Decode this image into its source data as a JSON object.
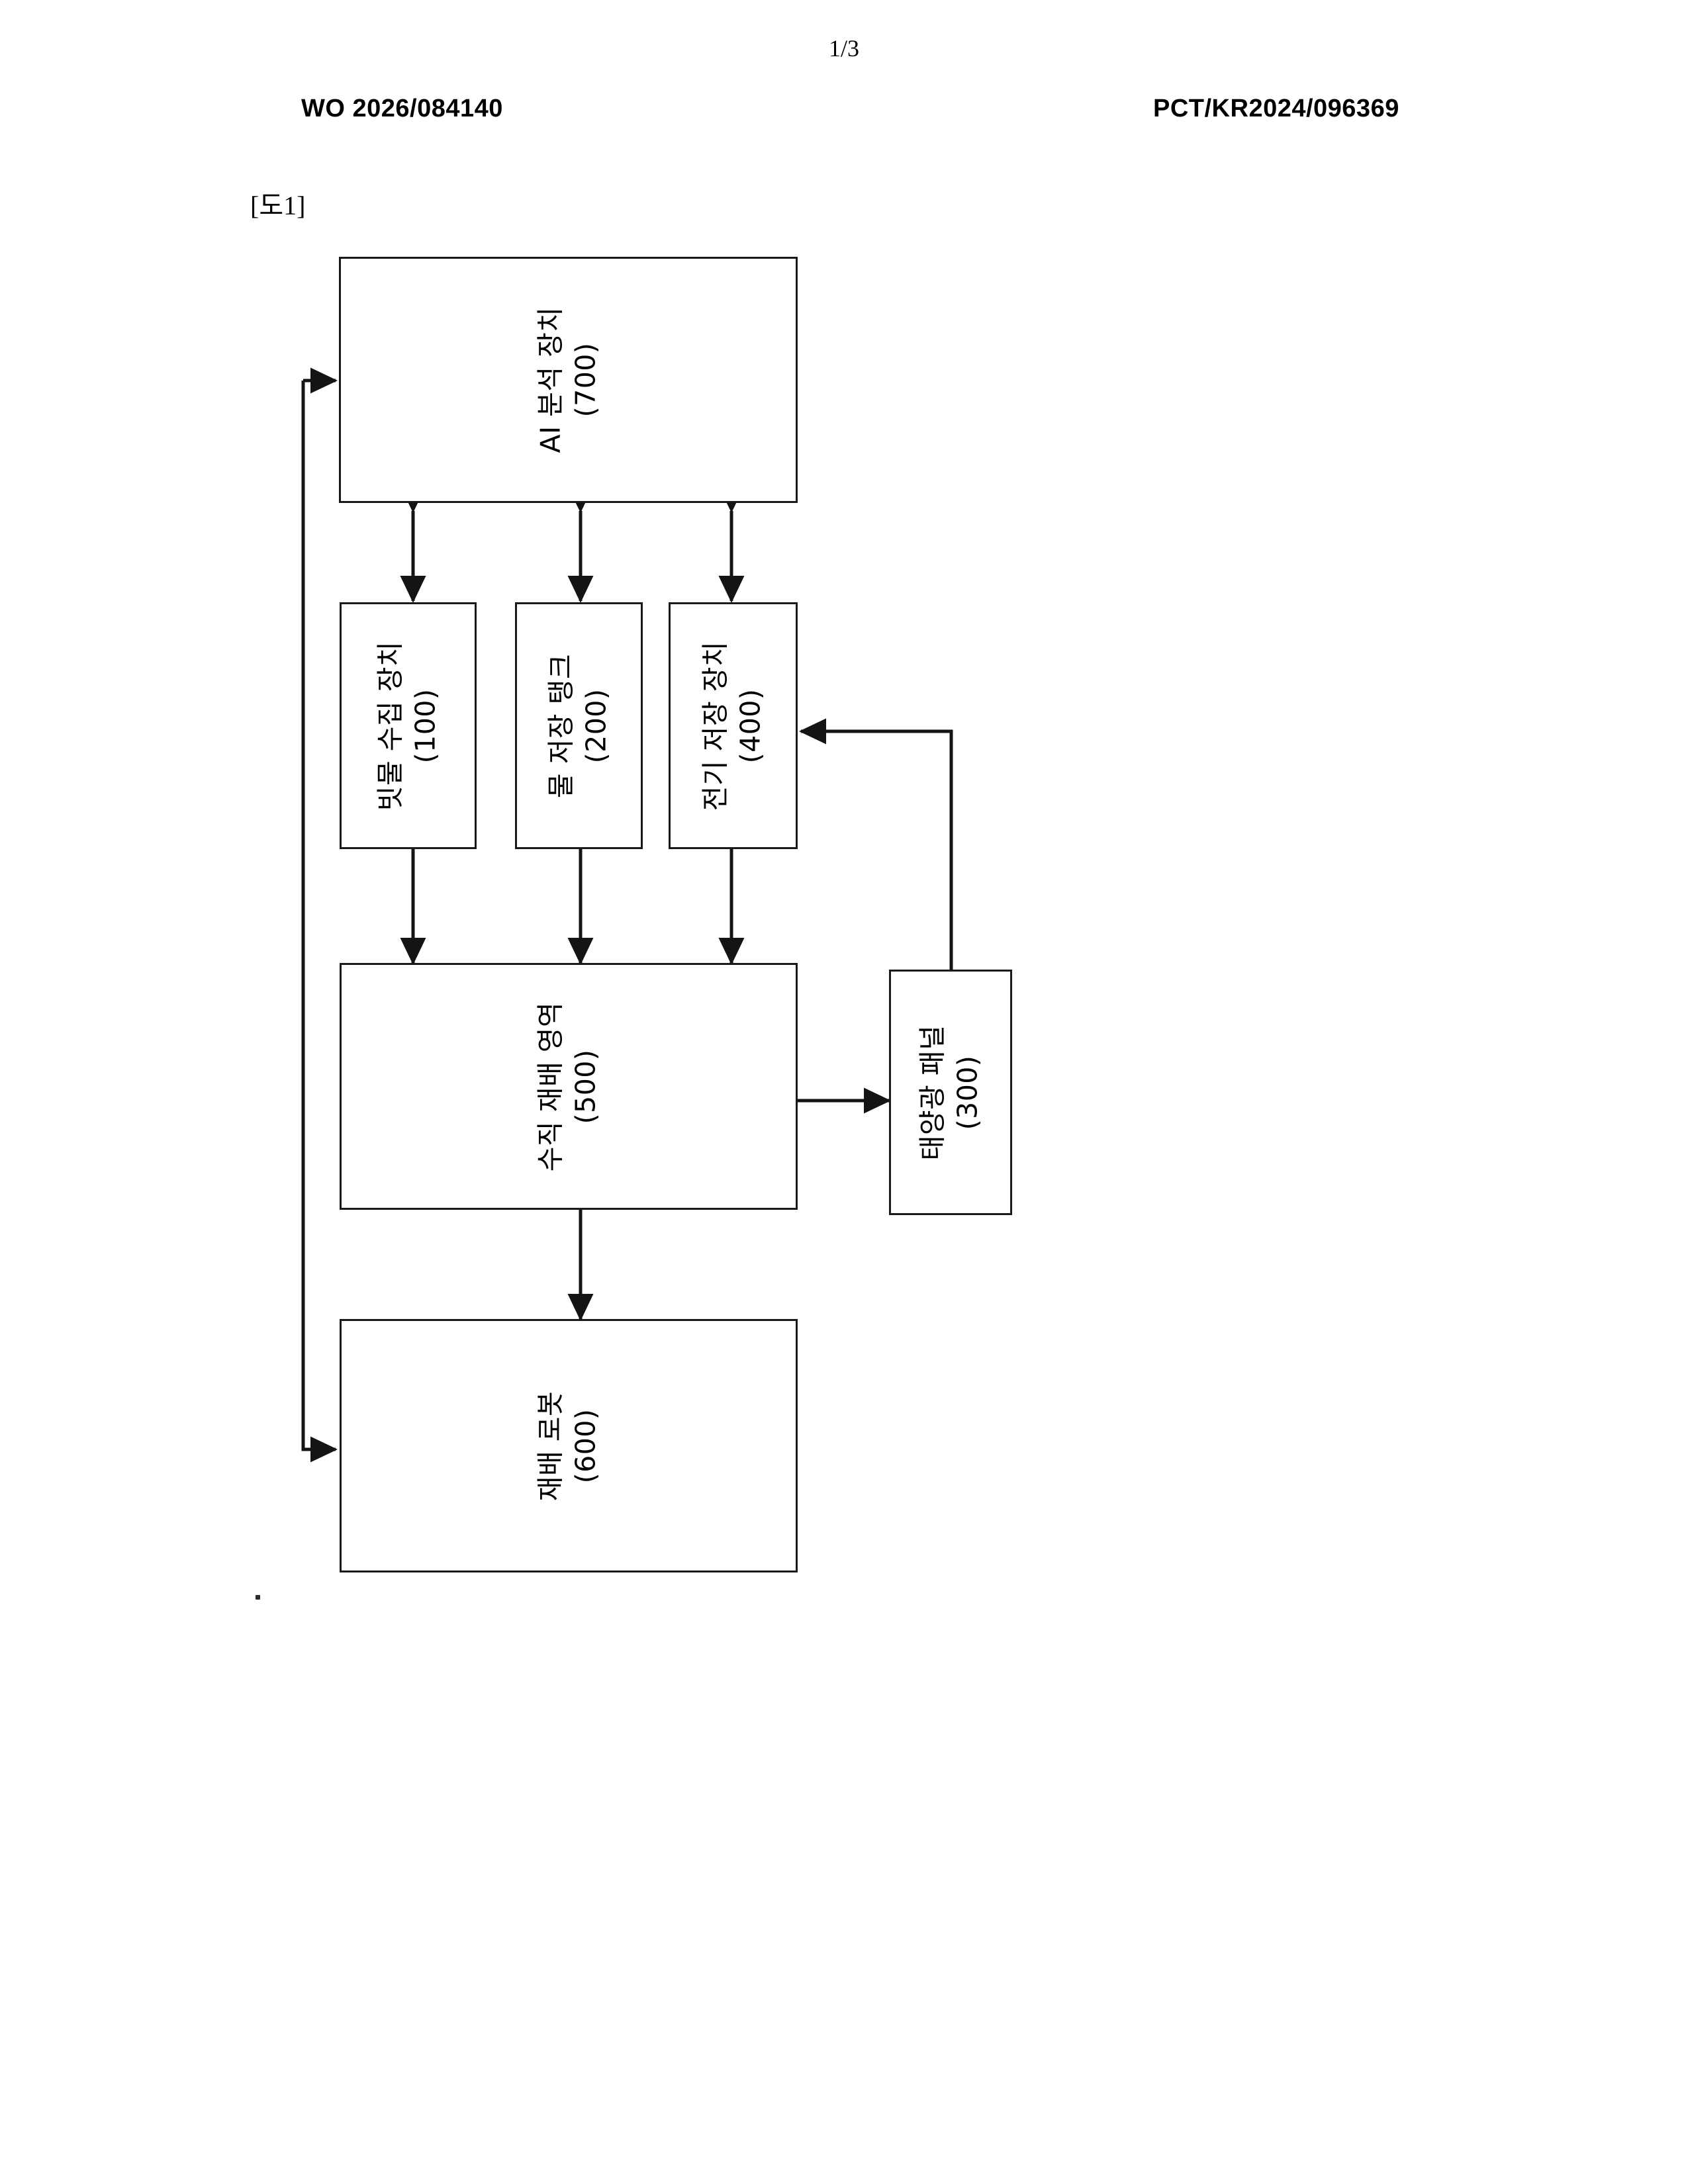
{
  "header": {
    "page_number": "1/3",
    "publication_number": "WO 2026/084140",
    "application_number": "PCT/KR2024/096369"
  },
  "figure": {
    "label": "[도1]",
    "blocks": [
      {
        "id": "ai",
        "name": "AI 분석 장치",
        "ref": "(700)"
      },
      {
        "id": "rain",
        "name": "빗물 수집 장치",
        "ref": "(100)"
      },
      {
        "id": "water",
        "name": "물 저장 탱크",
        "ref": "(200)"
      },
      {
        "id": "elec",
        "name": "전기 저장 장치",
        "ref": "(400)"
      },
      {
        "id": "grow",
        "name": "수직 재배 영역",
        "ref": "(500)"
      },
      {
        "id": "solar",
        "name": "태양광 패널",
        "ref": "(300)"
      },
      {
        "id": "robot",
        "name": "재배 로봇",
        "ref": "(600)"
      }
    ]
  },
  "colors": {
    "ink": "#1a1a1a",
    "paper": "#ffffff"
  }
}
